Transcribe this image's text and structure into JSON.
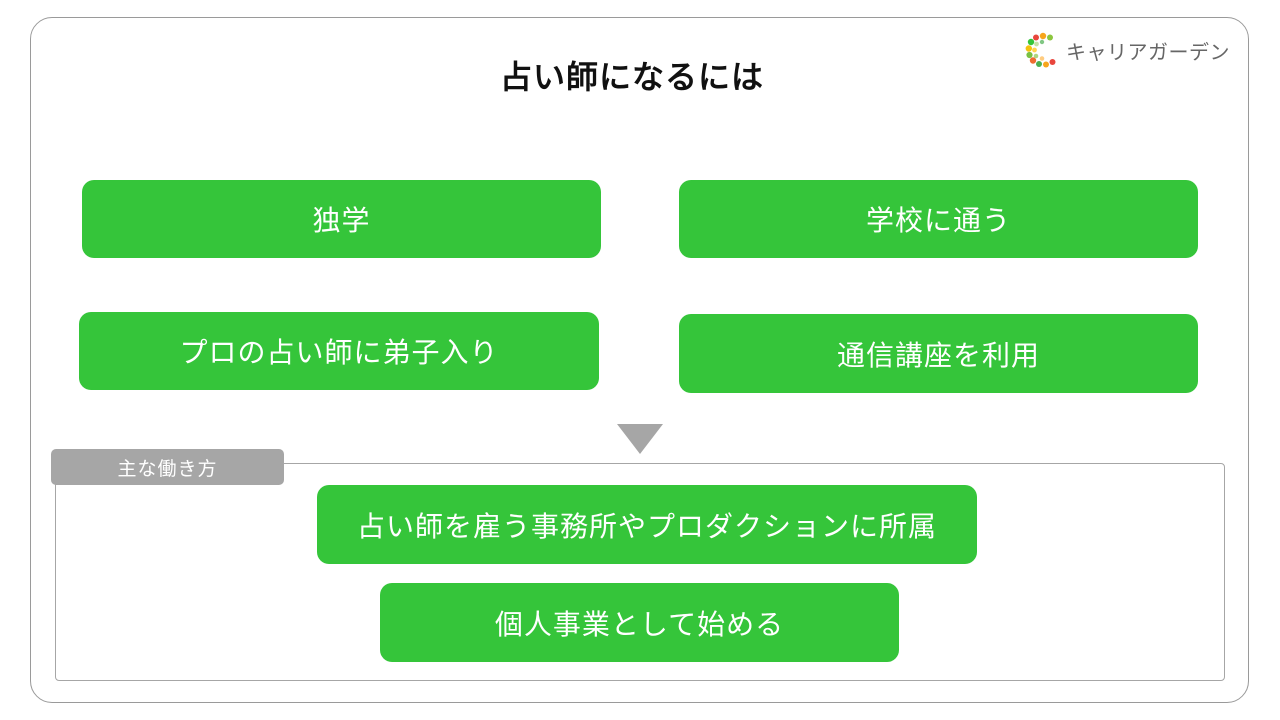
{
  "title": "占い師になるには",
  "logo": {
    "text": "キャリアガーデン",
    "icon": "career-garden-c-logo"
  },
  "paths": [
    "独学",
    "学校に通う",
    "プロの占い師に弟子入り",
    "通信講座を利用"
  ],
  "work_styles": {
    "label": "主な働き方",
    "items": [
      "占い師を雇う事務所やプロダクションに所属",
      "個人事業として始める"
    ]
  },
  "colors": {
    "accent_green": "#35c53a",
    "gray": "#a6a6a6",
    "border": "#9a9a9a"
  }
}
